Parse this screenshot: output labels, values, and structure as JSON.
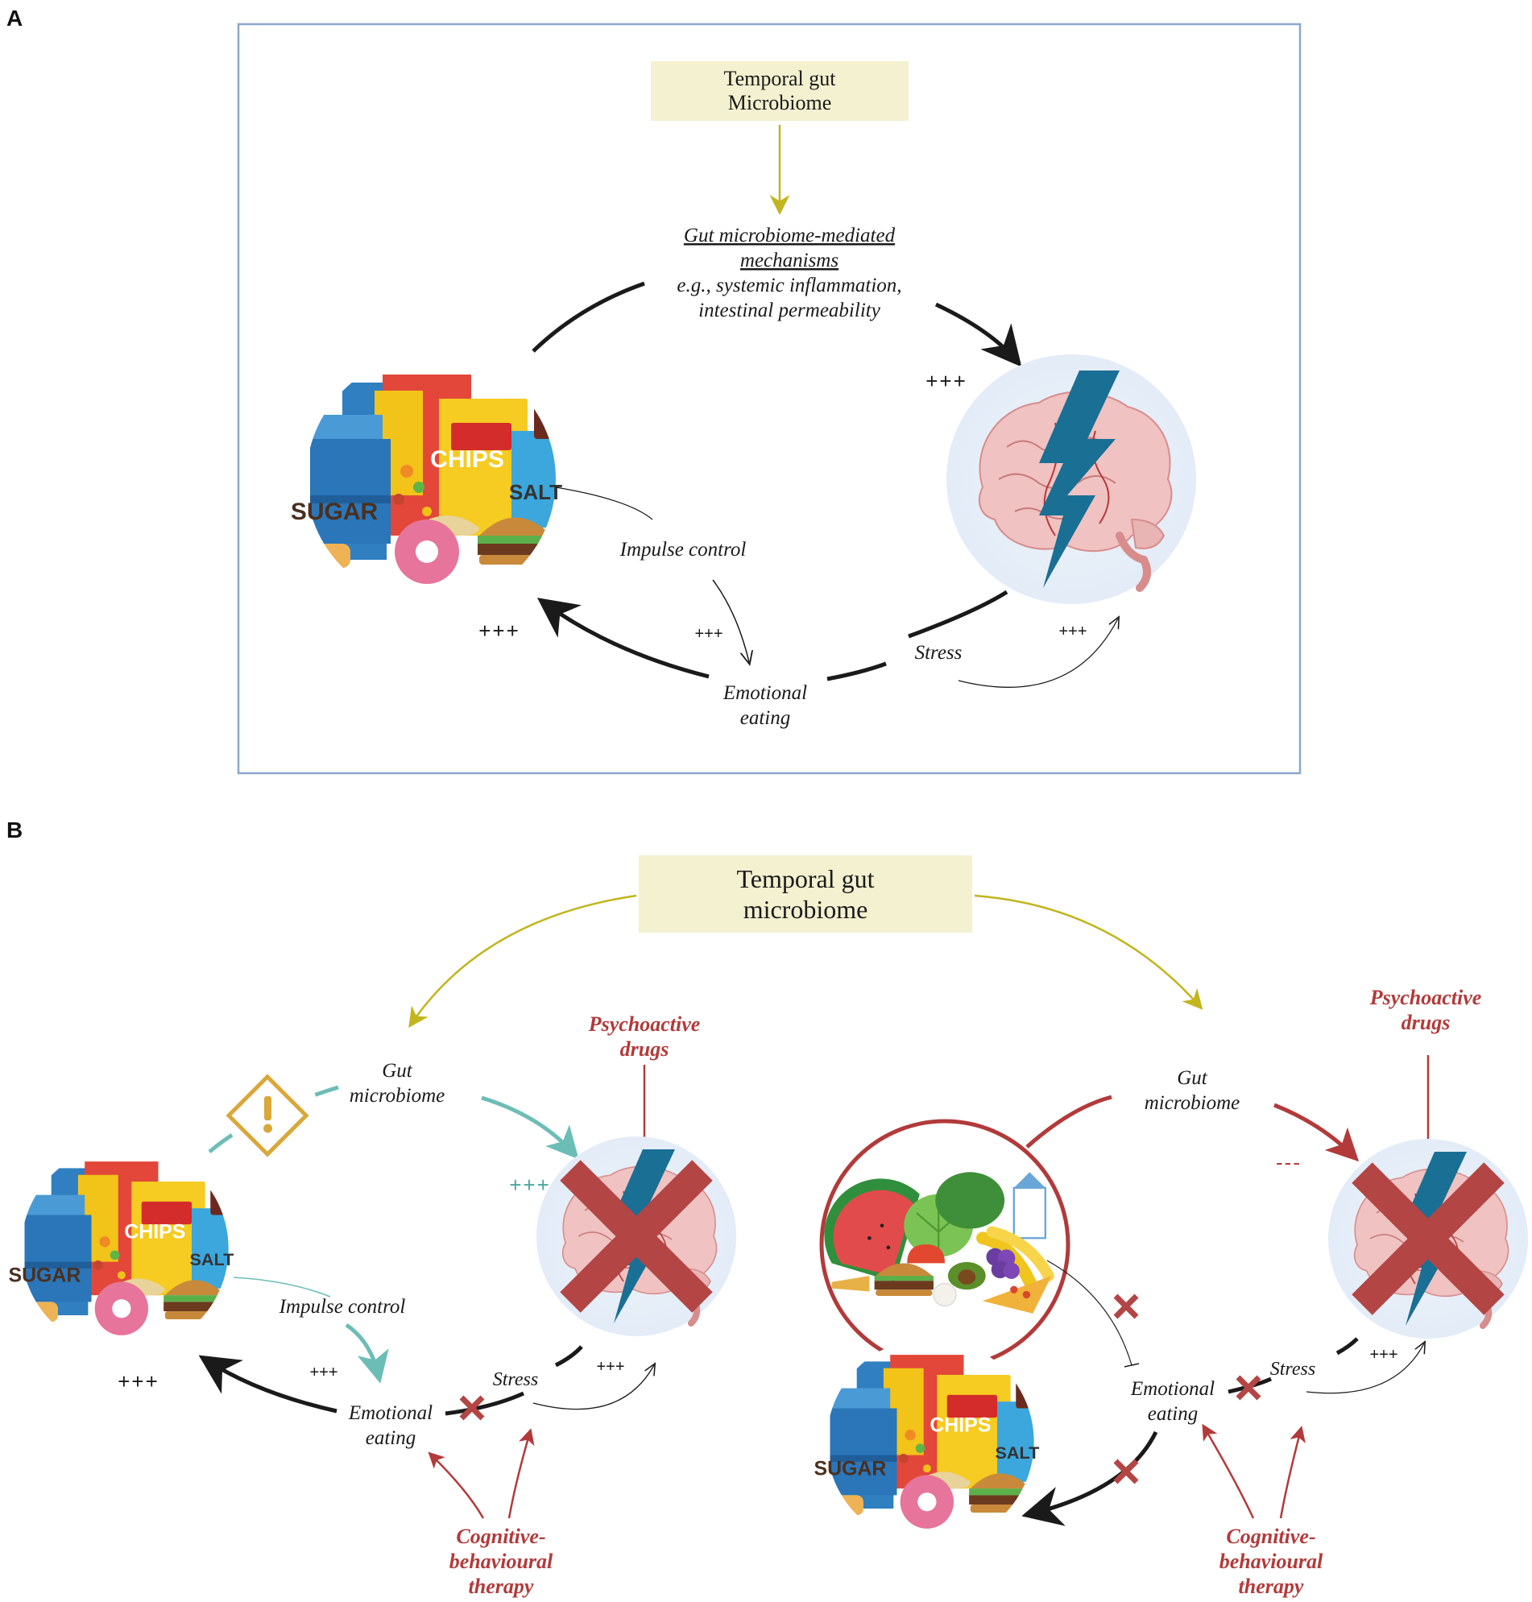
{
  "panel_a": {
    "letter": "A",
    "source_line1": "Temporal gut",
    "source_line2": "Microbiome",
    "mechanism_line1": "Gut microbiome-mediated",
    "mechanism_line2": "mechanisms",
    "mechanism_line3": "e.g., systemic inflammation,",
    "mechanism_line4": "intestinal permeability",
    "impulse_control": "Impulse control",
    "emotional_line1": "Emotional",
    "emotional_line2": "eating",
    "stress": "Stress",
    "plus_brain": "+++",
    "plus_food": "+++",
    "plus_impulse": "+++",
    "plus_stress": "+++"
  },
  "panel_b": {
    "letter": "B",
    "source_line1": "Temporal gut",
    "source_line2": "microbiome",
    "left": {
      "gut_line1": "Gut",
      "gut_line2": "microbiome",
      "drugs_line1": "Psychoactive",
      "drugs_line2": "drugs",
      "plus_brain": "+++",
      "impulse_control": "Impulse control",
      "plus_food": "+++",
      "plus_impulse": "+++",
      "plus_stress": "+++",
      "emotional_line1": "Emotional",
      "emotional_line2": "eating",
      "stress": "Stress",
      "cbt_line1": "Cognitive-",
      "cbt_line2": "behavioural",
      "cbt_line3": "therapy"
    },
    "right": {
      "gut_line1": "Gut",
      "gut_line2": "microbiome",
      "drugs_line1": "Psychoactive",
      "drugs_line2": "drugs",
      "minus_brain": "---",
      "plus_stress": "+++",
      "emotional_line1": "Emotional",
      "emotional_line2": "eating",
      "stress": "Stress",
      "cbt_line1": "Cognitive-",
      "cbt_line2": "behavioural",
      "cbt_line3": "therapy"
    }
  },
  "food_labels": {
    "chips": "CHIPS",
    "sugar": "SUGAR",
    "salt": "SALT"
  },
  "colors": {
    "frame": "#8aa7cc",
    "source_box": "#f3f1cf",
    "olive": "#c2b51e",
    "teal": "#6dbdb7",
    "red": "#b23a3a",
    "brain_bg": "#e8eff8",
    "bolt": "#1a6f94",
    "cross": "#b34545"
  }
}
